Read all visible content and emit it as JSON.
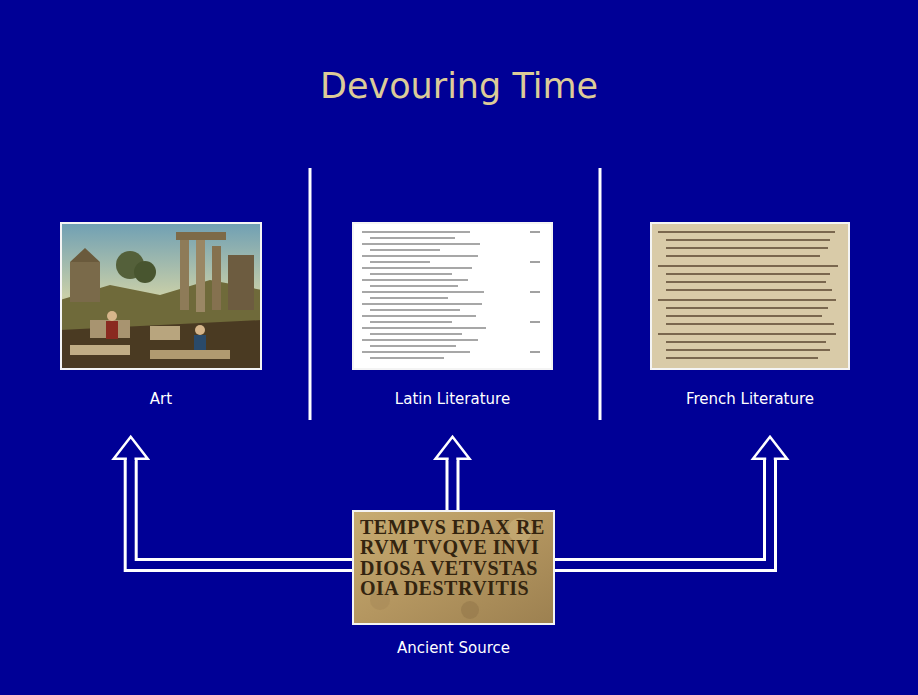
{
  "diagram": {
    "title": "Devouring Time",
    "nodes": [
      {
        "text": [
          "Art"
        ]
      },
      {
        "text": [
          "Latin Literature"
        ]
      },
      {
        "text": [
          "French Literature"
        ]
      },
      {
        "text": [
          "TEMPVS EDAX RE RVM TVQVE INVI DIOSA VETVSTAS OIA DESTRVITIS",
          "Ancient Source"
        ]
      }
    ],
    "edges": [
      {
        "from": 3,
        "to": 0,
        "arrow": "to"
      },
      {
        "from": 3,
        "to": 1,
        "arrow": "to"
      },
      {
        "from": 3,
        "to": 2,
        "arrow": "to"
      }
    ]
  }
}
